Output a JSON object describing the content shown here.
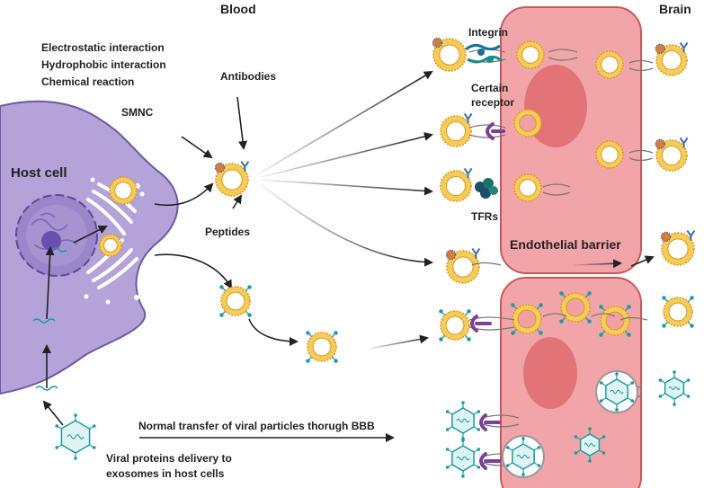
{
  "labels": {
    "blood": "Blood",
    "brain": "Brain",
    "electrostatic": "Electrostatic interaction",
    "hydrophobic": "Hydrophobic interaction",
    "chemical": "Chemical reaction",
    "antibodies": "Antibodies",
    "smnc": "SMNC",
    "host_cell": "Host cell",
    "peptides": "Peptides",
    "integrin": "Integrin",
    "certain_receptor_line1": "Certain",
    "certain_receptor_line2": "receptor",
    "tfrs": "TFRs",
    "endothelial_barrier": "Endothelial barrier",
    "normal_transfer": "Normal transfer of viral particles thorugh BBB",
    "viral_delivery_line1": "Viral proteins delivery to",
    "viral_delivery_line2": "exosomes in host cells"
  },
  "colors": {
    "host_cell_fill": "#b3a3d8",
    "nucleus_fill": "#9a86c9",
    "endothelial_fill": "#f2a5a8",
    "endothelial_stroke": "#c85a5a",
    "endothelial_nucleus": "#e27478",
    "exosome_ring": "#f5cb5a",
    "exosome_stroke": "#d89a1a",
    "virus_fill": "#dff3f3",
    "virus_stroke": "#1b9aa0",
    "receptor_purple": "#7b3f98",
    "antibody_blue": "#3a6fb0",
    "smnc_orange": "#e07b2d"
  }
}
